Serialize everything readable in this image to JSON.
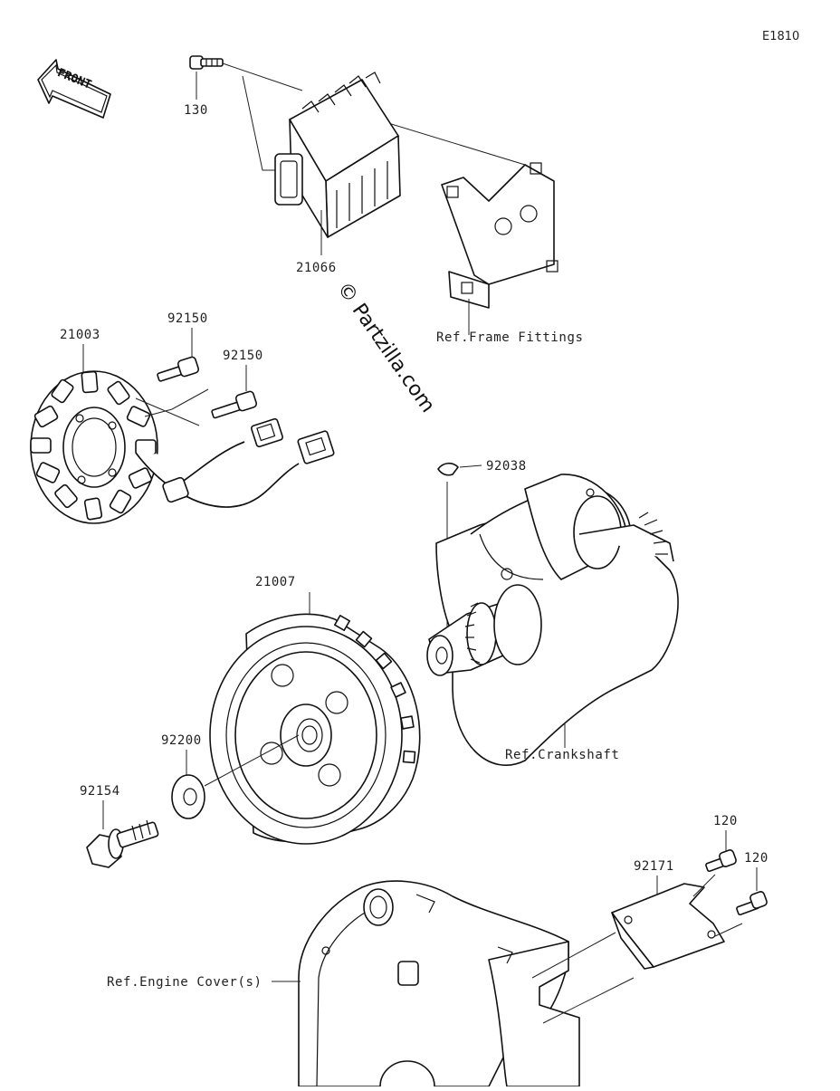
{
  "diagram": {
    "code": "E1810",
    "watermark": "© Partzilla.com",
    "front_label": "FRONT",
    "parts": [
      {
        "id": "p130",
        "label": "130"
      },
      {
        "id": "p21066",
        "label": "21066"
      },
      {
        "id": "p21003",
        "label": "21003"
      },
      {
        "id": "p92150a",
        "label": "92150"
      },
      {
        "id": "p92150b",
        "label": "92150"
      },
      {
        "id": "p92038",
        "label": "92038"
      },
      {
        "id": "p21007",
        "label": "21007"
      },
      {
        "id": "p92200",
        "label": "92200"
      },
      {
        "id": "p92154",
        "label": "92154"
      },
      {
        "id": "p120a",
        "label": "120"
      },
      {
        "id": "p120b",
        "label": "120"
      },
      {
        "id": "p92171",
        "label": "92171"
      }
    ],
    "references": {
      "frame_fittings": "Ref.Frame Fittings",
      "crankshaft": "Ref.Crankshaft",
      "engine_cover": "Ref.Engine Cover(s)"
    }
  }
}
